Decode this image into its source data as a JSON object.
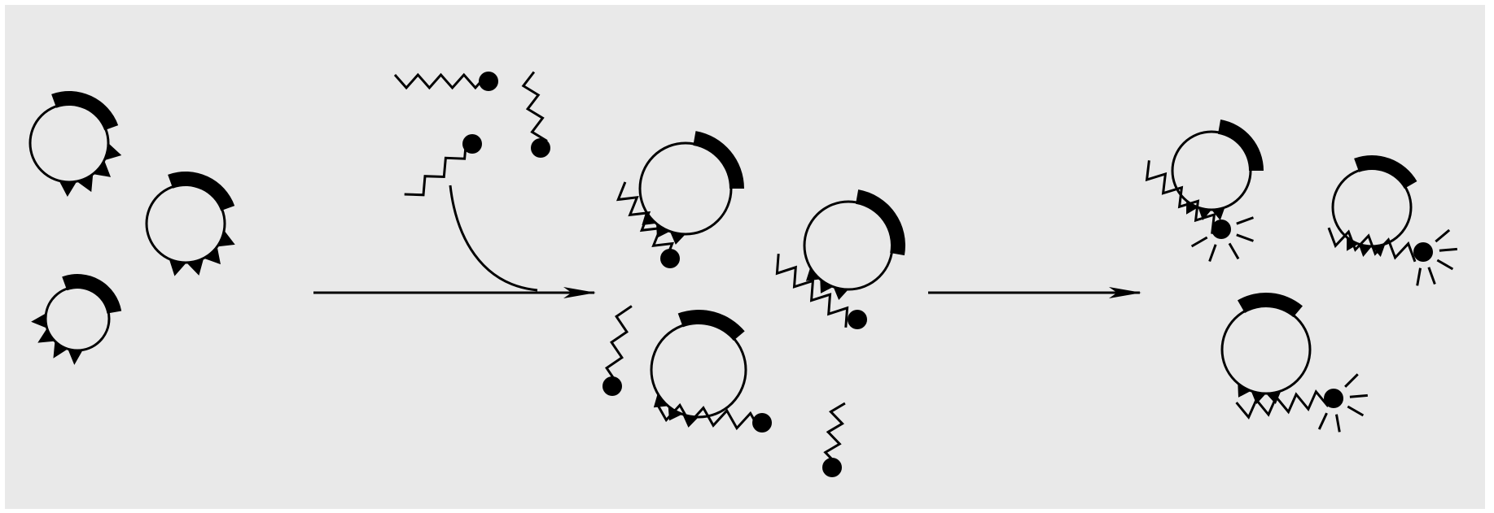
{
  "figure": {
    "background_color": "#e9e9e9",
    "page_color": "#ffffff",
    "stroke_color": "#000000",
    "header_fragment_color": "#0c5a3a",
    "stages": [
      {
        "name": "unbound-beads",
        "beads": [
          {
            "id": "bead-a",
            "shape": "circle",
            "band": "thick-arc",
            "notches": "triangles"
          },
          {
            "id": "bead-b",
            "shape": "circle",
            "band": "thick-arc",
            "notches": "triangles"
          },
          {
            "id": "bead-c",
            "shape": "circle",
            "band": "thick-arc",
            "notches": "triangles"
          }
        ]
      },
      {
        "name": "ligands-added",
        "free_ligands": 3,
        "arrow": "curved-into-main-arrow"
      },
      {
        "name": "ligand-bound-beads",
        "beads": [
          {
            "id": "bead-d",
            "ligand": "zigzag-with-ball"
          },
          {
            "id": "bead-e",
            "ligand": "zigzag-with-ball"
          },
          {
            "id": "bead-f",
            "ligand": "zigzag-with-ball"
          }
        ],
        "free_ligands": 2
      },
      {
        "name": "signaling-beads",
        "beads": [
          {
            "id": "bead-g",
            "signal": "radiating-lines"
          },
          {
            "id": "bead-h",
            "signal": "radiating-lines"
          },
          {
            "id": "bead-i",
            "signal": "radiating-lines"
          }
        ]
      }
    ],
    "arrows": [
      {
        "id": "arrow-1",
        "direction": "right"
      },
      {
        "id": "arrow-2",
        "direction": "right"
      }
    ]
  }
}
